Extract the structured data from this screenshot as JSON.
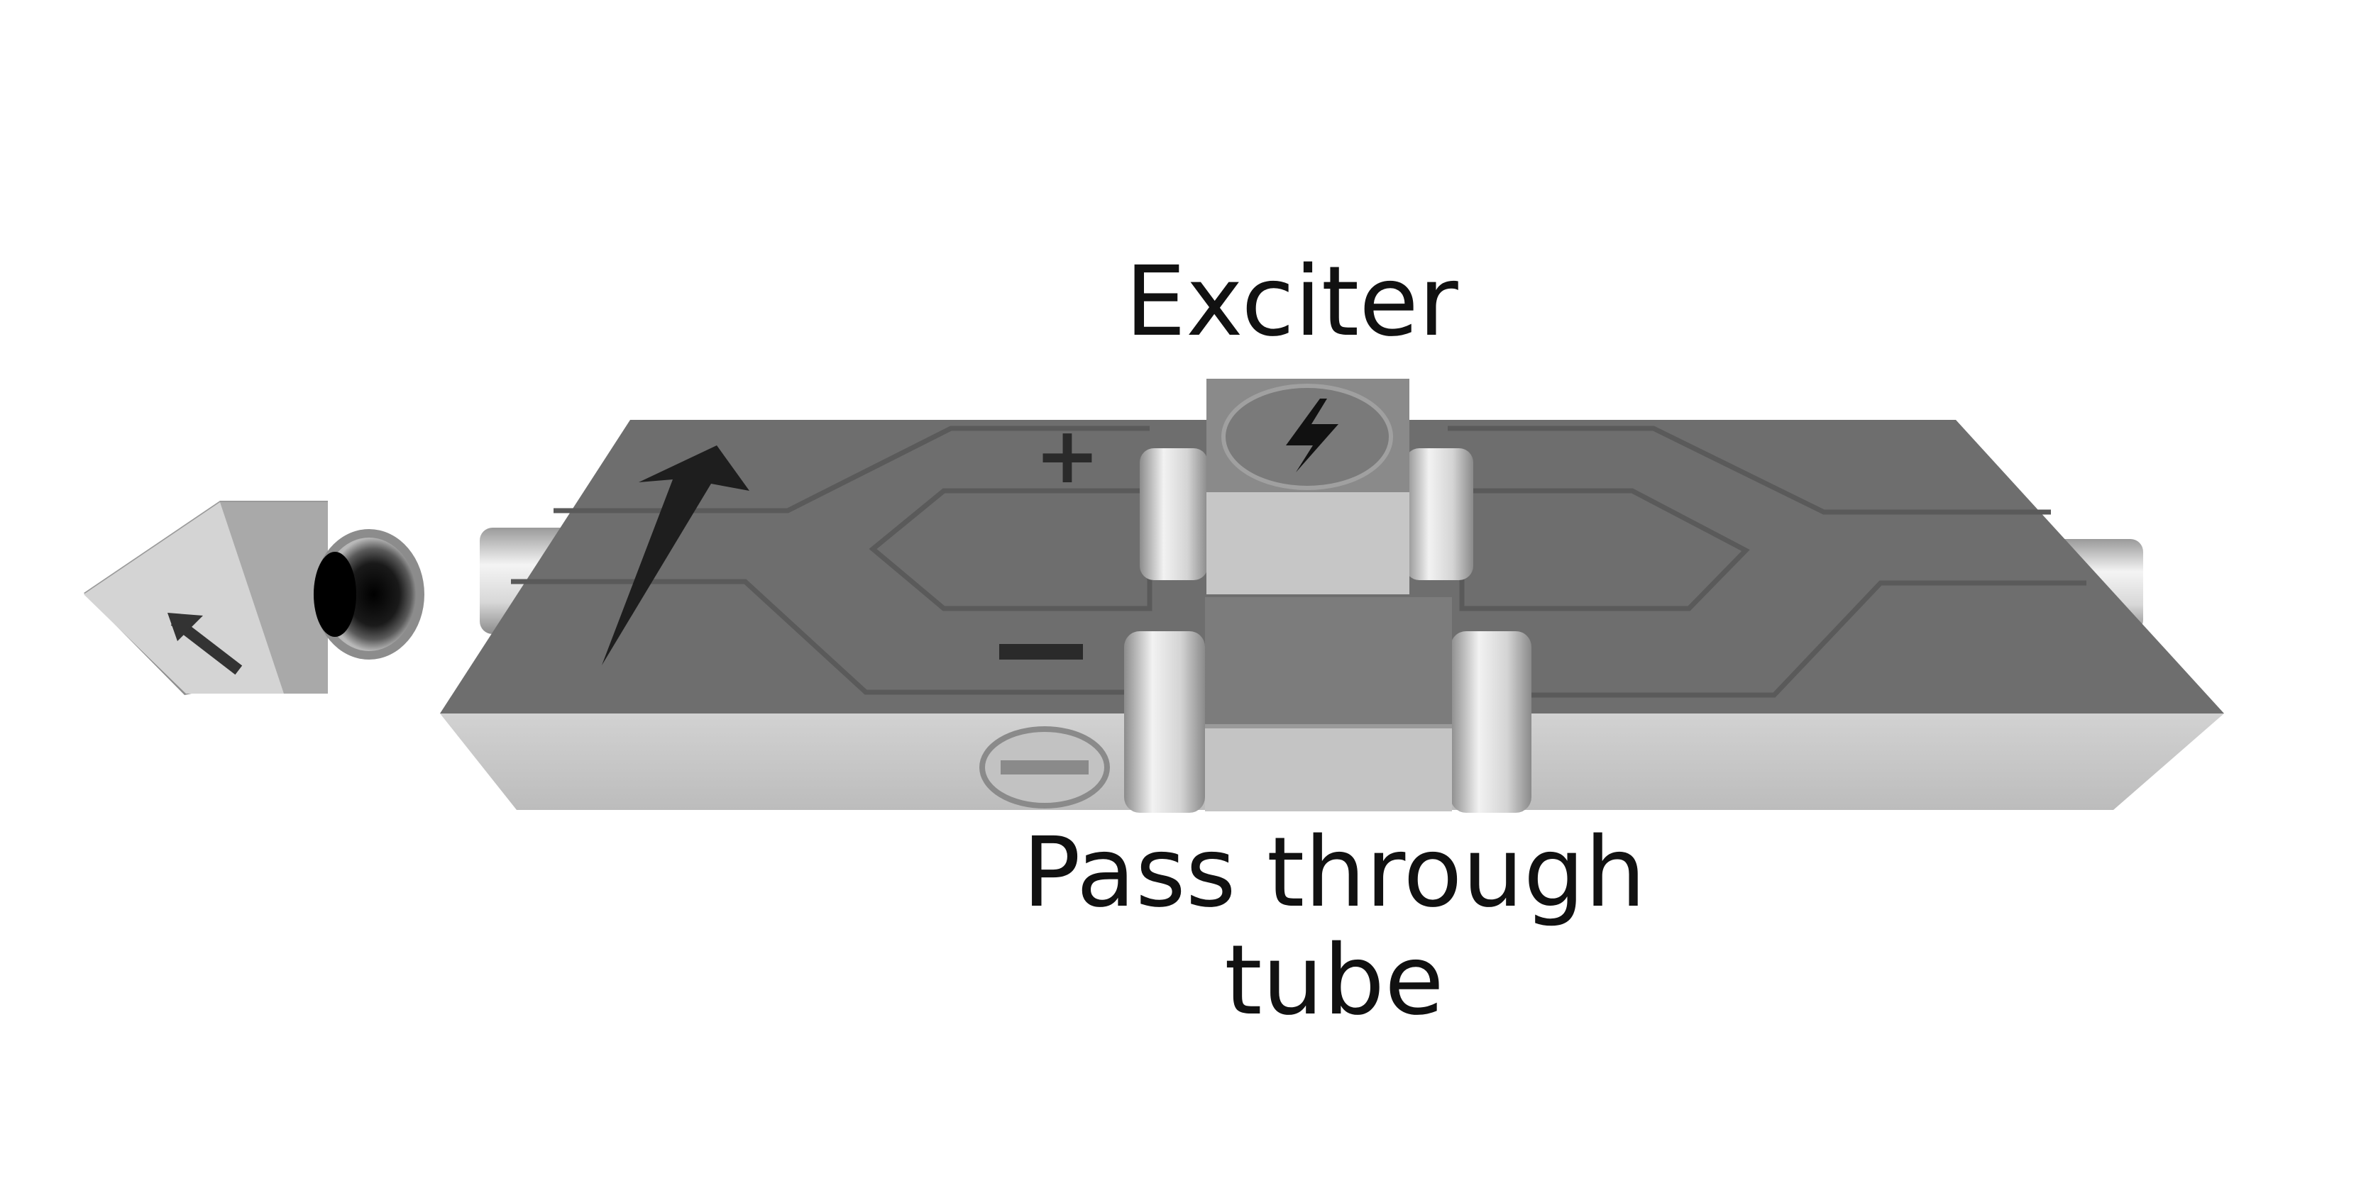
{
  "labels": {
    "exciter": "Exciter",
    "pass_through_line1": "Pass through",
    "pass_through_line2": "tube"
  },
  "symbols": {
    "plus": "+",
    "minus": "−"
  },
  "icons": {
    "exciter_badge": "lightning-bolt-icon",
    "pass_through_badge": "minus-circle-icon",
    "direction": "arrow-up-right-icon",
    "side_block": "arrow-up-left-icon"
  },
  "colors": {
    "body_top": "#6e6e6e",
    "body_front": "#c9c9c9",
    "module_top": "#8a8a8a",
    "chrome": "#e6e6e6",
    "text": "#111111"
  }
}
